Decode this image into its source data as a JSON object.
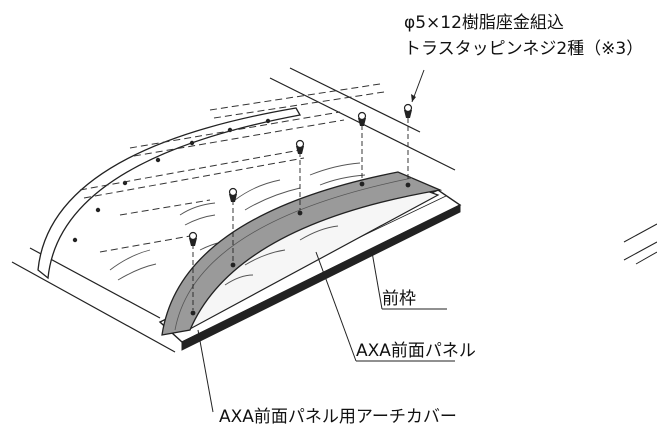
{
  "labels": {
    "screw_line1": "φ5×12樹脂座金組込",
    "screw_line2": "トラスタッピンネジ2種（※3）",
    "front_frame": "前枠",
    "front_panel": "AXA前面パネル",
    "arch_cover": "AXA前面パネル用アーチカバー"
  }
}
